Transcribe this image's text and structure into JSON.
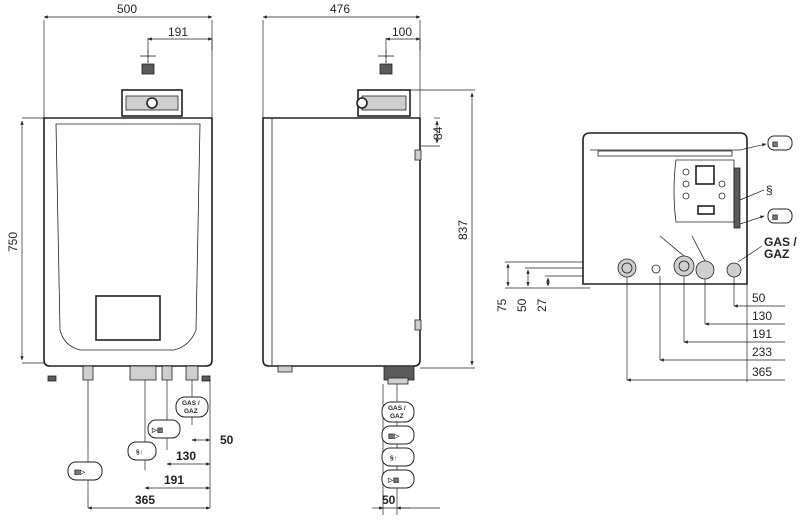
{
  "front_view": {
    "width_mm": "500",
    "flue_offset_mm": "191",
    "height_mm": "750",
    "dims_bottom": [
      "50",
      "130",
      "191",
      "365"
    ],
    "gas_label": "GAS /\nGAZ"
  },
  "side_view": {
    "depth_mm": "476",
    "flue_offset_mm": "100",
    "top_offset_mm": "84",
    "total_height_mm": "837",
    "bottom_offset_mm": "50",
    "gas_label": "GAS /\nGAZ"
  },
  "bottom_view": {
    "vertical_dims": [
      "75",
      "50",
      "27"
    ],
    "horizontal_dims": [
      "50",
      "130",
      "191",
      "233",
      "365"
    ],
    "gas_label_line1": "GAS /",
    "gas_label_line2": "GAZ"
  }
}
